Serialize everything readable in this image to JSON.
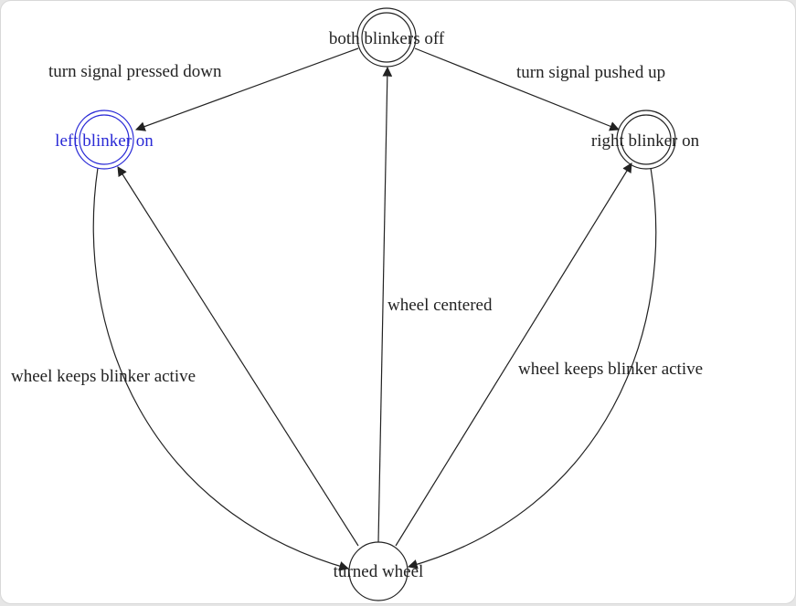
{
  "colors": {
    "default_stroke": "#222222",
    "highlight": "#2a2ad6",
    "background": "#ffffff"
  },
  "nodes": {
    "both_off": {
      "label": "both blinkers off",
      "accepting": true,
      "highlighted": false
    },
    "left_on": {
      "label": "left blinker on",
      "accepting": true,
      "highlighted": true
    },
    "right_on": {
      "label": "right blinker on",
      "accepting": true,
      "highlighted": false
    },
    "turned_wheel": {
      "label": "turned wheel",
      "accepting": false,
      "highlighted": false
    }
  },
  "edges": {
    "off_to_left": {
      "from": "both blinkers off",
      "to": "left blinker on",
      "label": "turn signal pressed down"
    },
    "off_to_right": {
      "from": "both blinkers off",
      "to": "right blinker on",
      "label": "turn signal pushed up"
    },
    "wheel_to_off": {
      "from": "turned wheel",
      "to": "both blinkers off",
      "label": "wheel centered"
    },
    "left_to_wheel": {
      "from": "left blinker on",
      "to": "turned wheel",
      "label": "wheel keeps blinker active"
    },
    "right_to_wheel": {
      "from": "right blinker on",
      "to": "turned wheel",
      "label": "wheel keeps blinker active"
    },
    "wheel_to_left": {
      "from": "turned wheel",
      "to": "left blinker on",
      "label": ""
    },
    "wheel_to_right": {
      "from": "turned wheel",
      "to": "right blinker on",
      "label": ""
    }
  }
}
